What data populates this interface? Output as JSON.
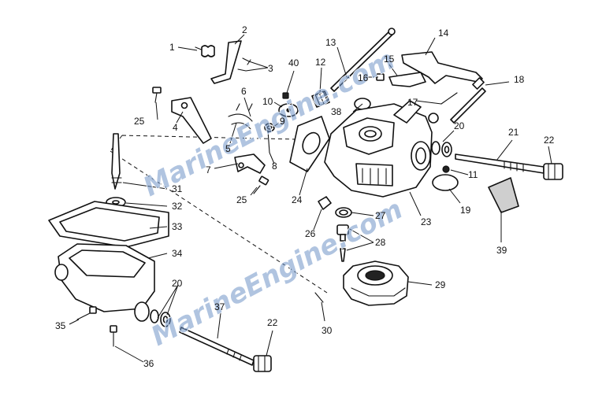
{
  "diagram": {
    "watermark": "MarineEngine.com",
    "callouts": [
      {
        "id": "c1",
        "label": "1"
      },
      {
        "id": "c2",
        "label": "2"
      },
      {
        "id": "c3",
        "label": "3"
      },
      {
        "id": "c4",
        "label": "4"
      },
      {
        "id": "c5",
        "label": "5"
      },
      {
        "id": "c6",
        "label": "6"
      },
      {
        "id": "c7",
        "label": "7"
      },
      {
        "id": "c8",
        "label": "8"
      },
      {
        "id": "c9",
        "label": "9"
      },
      {
        "id": "c10",
        "label": "10"
      },
      {
        "id": "c11",
        "label": "11"
      },
      {
        "id": "c12",
        "label": "12"
      },
      {
        "id": "c13",
        "label": "13"
      },
      {
        "id": "c14",
        "label": "14"
      },
      {
        "id": "c15",
        "label": "15"
      },
      {
        "id": "c16",
        "label": "16"
      },
      {
        "id": "c17",
        "label": "17"
      },
      {
        "id": "c18",
        "label": "18"
      },
      {
        "id": "c19",
        "label": "19"
      },
      {
        "id": "c20a",
        "label": "20"
      },
      {
        "id": "c20b",
        "label": "20"
      },
      {
        "id": "c21",
        "label": "21"
      },
      {
        "id": "c22a",
        "label": "22"
      },
      {
        "id": "c22b",
        "label": "22"
      },
      {
        "id": "c23",
        "label": "23"
      },
      {
        "id": "c24",
        "label": "24"
      },
      {
        "id": "c25a",
        "label": "25"
      },
      {
        "id": "c25b",
        "label": "25"
      },
      {
        "id": "c26",
        "label": "26"
      },
      {
        "id": "c27",
        "label": "27"
      },
      {
        "id": "c28",
        "label": "28"
      },
      {
        "id": "c29",
        "label": "29"
      },
      {
        "id": "c30",
        "label": "30"
      },
      {
        "id": "c31",
        "label": "31"
      },
      {
        "id": "c32",
        "label": "32"
      },
      {
        "id": "c33",
        "label": "33"
      },
      {
        "id": "c34",
        "label": "34"
      },
      {
        "id": "c35",
        "label": "35"
      },
      {
        "id": "c36",
        "label": "36"
      },
      {
        "id": "c37",
        "label": "37"
      },
      {
        "id": "c38",
        "label": "38"
      },
      {
        "id": "c39",
        "label": "39"
      },
      {
        "id": "c40",
        "label": "40"
      }
    ]
  }
}
